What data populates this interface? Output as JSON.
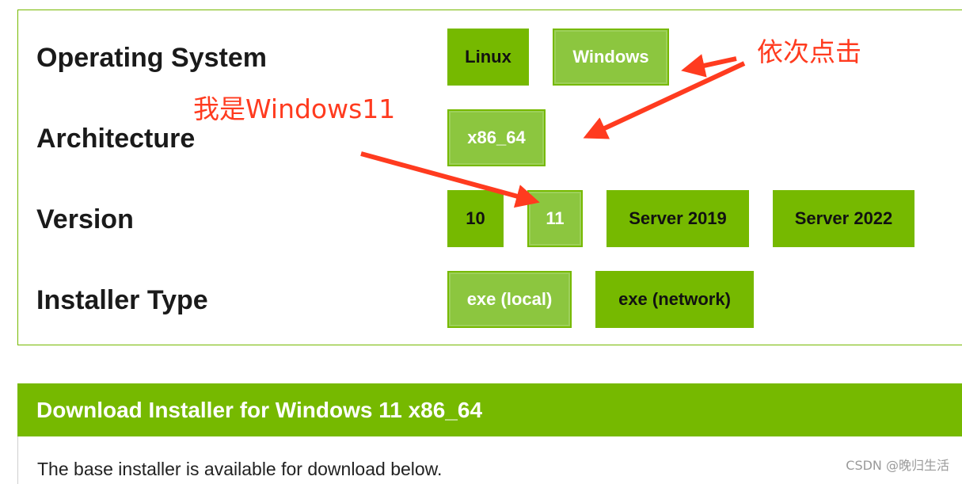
{
  "selector": {
    "rows": [
      {
        "label": "Operating System",
        "options": [
          "Linux",
          "Windows"
        ],
        "selected": "Windows"
      },
      {
        "label": "Architecture",
        "options": [
          "x86_64"
        ],
        "selected": "x86_64"
      },
      {
        "label": "Version",
        "options": [
          "10",
          "11",
          "Server 2019",
          "Server 2022"
        ],
        "selected": "11"
      },
      {
        "label": "Installer Type",
        "options": [
          "exe (local)",
          "exe (network)"
        ],
        "selected": "exe (local)"
      }
    ]
  },
  "annotations": {
    "click_in_order": "依次点击",
    "i_am_windows11": "我是Windows11"
  },
  "download": {
    "header": "Download Installer for Windows 11 x86_64",
    "description": "The base installer is available for download below."
  },
  "watermark": "CSDN @晚归生活",
  "colors": {
    "accent": "#76b900",
    "selected": "#8cc63f",
    "annotation": "#ff3b1f"
  }
}
